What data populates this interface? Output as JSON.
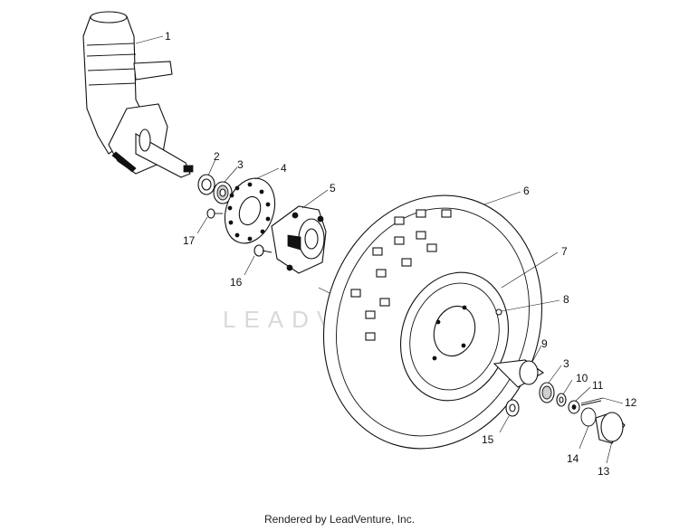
{
  "watermark": "LEADVENTURE",
  "footer": "Rendered by LeadVenture, Inc.",
  "callouts": {
    "c1": "1",
    "c2": "2",
    "c3a": "3",
    "c3b": "3",
    "c4": "4",
    "c5": "5",
    "c6": "6",
    "c7": "7",
    "c8": "8",
    "c9": "9",
    "c10": "10",
    "c11": "11",
    "c12": "12",
    "c13": "13",
    "c14": "14",
    "c15": "15",
    "c16": "16",
    "c17": "17"
  }
}
